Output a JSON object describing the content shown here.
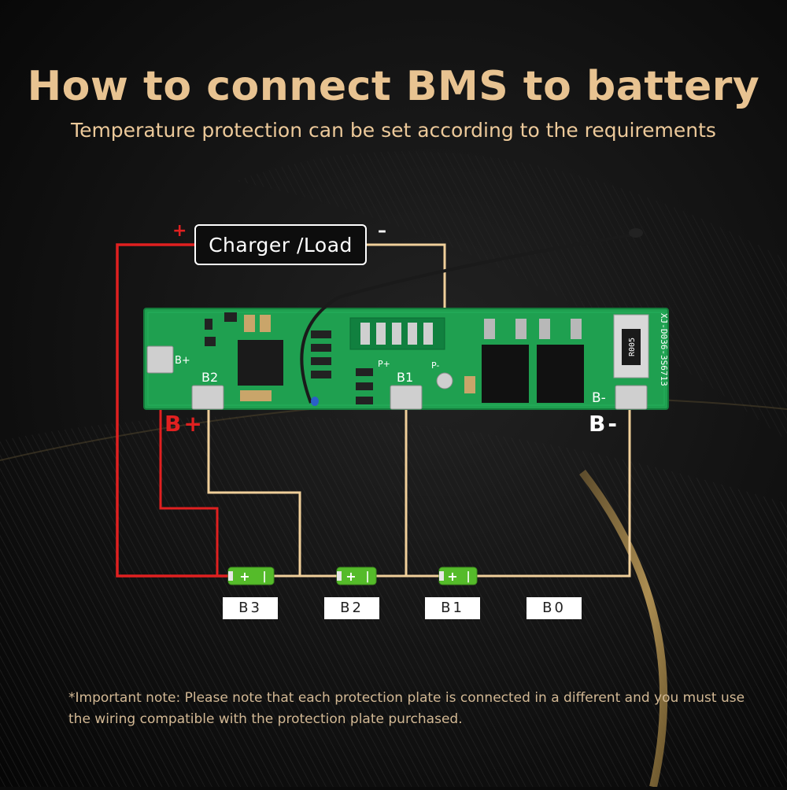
{
  "header": {
    "title": "How to connect BMS to battery",
    "subtitle": "Temperature protection can be set according to the requirements"
  },
  "charger": {
    "label": "Charger /Load",
    "plus_sign": "+",
    "minus_sign": "–"
  },
  "board": {
    "bplus_label": "B+",
    "bminus_label": "B-",
    "silk_bplus": "B+",
    "silk_b2": "B2",
    "silk_b1": "B1",
    "silk_p": "P-",
    "silk_pplus": "P+",
    "silk_bminus": "B-",
    "silk_model": "XJ-D036-3S6713",
    "resistor_marking": "R005"
  },
  "cells": [
    {
      "label": "B3"
    },
    {
      "label": "B2"
    },
    {
      "label": "B1"
    },
    {
      "label": "B0"
    }
  ],
  "cell_symbols": {
    "plus": "+",
    "minus": "|"
  },
  "note": "*Important note: Please note that each protection plate is connected in a different and you must use the wiring compatible with the protection plate purchased.",
  "colors": {
    "accent_gold": "#e8c391",
    "wire_red": "#e02020",
    "wire_tan": "#f0cf9a",
    "pcb_green": "#1fa050",
    "cell_green": "#55bb2a"
  }
}
